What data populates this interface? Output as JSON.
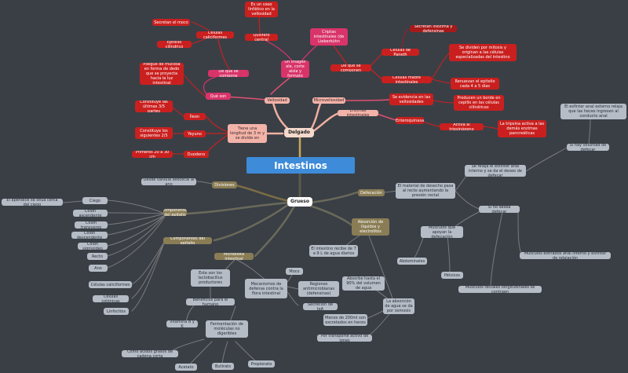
{
  "root": {
    "label": "Intestinos"
  },
  "branches": {
    "delgado": "Delgado",
    "grueso": "Grueso"
  },
  "delgado_nodes": {
    "vellosidad": "Vellosidad",
    "microvellosidad": "Microvellosidad",
    "enzimas": "Enzimas intestinales",
    "longitud": "Tiene una longitud de 3 m y se divide en",
    "criptas": "Criptas intestinales (de Lieberkühn",
    "imagen": "Un imagen ele, corte aisla y formato",
    "vaso": "Es un vaso linfático en la vellosidad",
    "quilifero": "Quilífero central",
    "secretan": "Secretan el moco",
    "caliciformes": "Células caliciformes",
    "epitelio": "Epitelio cilíndrico",
    "que_compone": "De que se compone",
    "pliegue": "Pliegue de mucosa en forma de dedo que se proyecta hacia la luz intestinal",
    "que_es": "Qué son",
    "lisozima": "Secretan lisozima y defensinas",
    "paneth": "Células de Paneth",
    "dividen": "Se dividen por mitosis y originan a las células especializadas del intestino",
    "que_componen": "De que se componen",
    "madre": "Células madre intestinales",
    "renuevan": "Renuevan el epitelio cada 4 a 5 días",
    "evidencia": "Se evidencia en las vellosidades",
    "producen": "Producen un borde en cepillo en las células cilíndricas",
    "enteroquinasa": "Enteroquinasa",
    "activa": "Activa al tripsinógeno",
    "tripsina": "La tripsina activa a las demás enzimas pancreáticas",
    "constituye35": "Constituye las últimas 3/5 partes",
    "ileon": "Íleon",
    "constituye25": "Constituye los siguientes 2/5",
    "yeyuno": "Yeyuno",
    "primeros": "Primeros 20 a 30 cm",
    "duodeno": "Duodeno"
  },
  "grueso_nodes": {
    "divisiones": "Divisiones",
    "valvula": "Desde válvula ileocecal al ano",
    "ciego": "Ciego",
    "apendice": "El apéndice se sitúa cerca del ciego",
    "ascendente": "Colon ascendente",
    "transverso": "Colon transverso",
    "descendente": "Colon descendente",
    "sigmoide": "Colon sigmoideo",
    "recto": "Recto",
    "ano": "Ano",
    "componentes_epitelio": "Componentes del epitelio",
    "cel_caliciformes": "Células caliciformes",
    "colonocitos": "Células colónicas",
    "linfocitos": "Linfocitos",
    "microbiota": "Microbiota intestinal",
    "defecacion": "Defecación",
    "materia": "El material de desecho pasa al recto aumentando la presión rectal",
    "relaja": "Se relaja el esfínter anal interno y se da el deseo de defecar",
    "esfinter_externo": "El esfínter anal externo relaja que las heces ingresen al conducto anal",
    "hay_defecar": "Si hay voluntad de defecar",
    "no_defecar": "Si no desea defecar",
    "musculos_apoyan": "Músculos que apoyan la defecación",
    "abdominales": "Abdominales",
    "pelvicos": "Pélvicos",
    "musculos_estriados": "Músculos estriados anal interno y esfínter de relajación",
    "musculos_rectales": "Músculos rectales longitudinales se contraen",
    "absorcion_sec": "Absorción de líquidos y electrolitos",
    "intestino_recibe": "El intestino recibe de 7 a 9 L de agua diarios",
    "absorbe": "Absorbe hasta el 90% del volumen de agua",
    "menos": "Menos de 200ml son excretados en heces",
    "transporte": "Por transporte activo de iones",
    "absorcion_agua": "La absorción de agua se da por osmosis",
    "mecanismos": "Mecanismos de defensa contra la flora intestinal",
    "moco": "Moco",
    "regiones": "Regiones antimicrobianas (defensinas)",
    "secrecion": "Secreción de IgA",
    "lactobacillus": "Esta son los lactobacillus productores",
    "beneficios": "Beneficios para el humano",
    "vitamina": "Vitamina B y K",
    "fermentacion": "Fermentación de moléculas no digeribles",
    "acidos": "Como ácidos grasos de cadena corta",
    "acetato": "Acetato",
    "butirato": "Butirato",
    "propionato": "Propionato"
  },
  "colors": {
    "background": "#3a3f46",
    "red": "#c9201f",
    "pink": "#d8346a",
    "peach": "#f3b3a8",
    "grey": "#b5bcc6",
    "olive": "#8a7d55",
    "blue": "#3d8bd9"
  }
}
